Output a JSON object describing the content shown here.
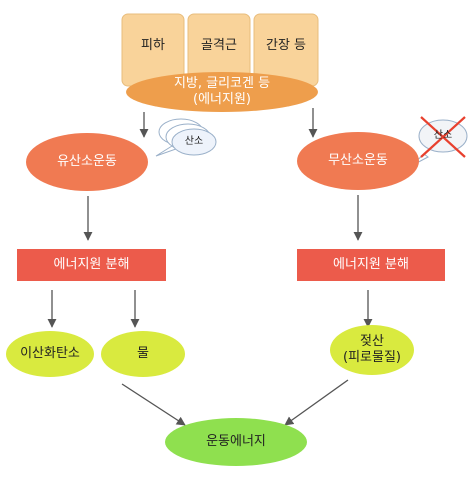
{
  "storage": {
    "boxes": [
      "피하",
      "골격근",
      "간장 등"
    ],
    "source_label": "지방, 글리코겐 등\n(에너지원)"
  },
  "left_path": {
    "gas": "산소",
    "process": "유산소운동",
    "breakdown": "에너지원 분해",
    "products": [
      "이산화탄소",
      "물"
    ]
  },
  "right_path": {
    "gas": "산소",
    "process": "무산소운동",
    "breakdown": "에너지원 분해",
    "product": "젖산\n(피로물질)"
  },
  "result": "운동에너지",
  "colors": {
    "box_fill": "#f9d39a",
    "source_fill": "#ee9e4c",
    "process_fill": "#f07a52",
    "breakdown_fill": "#ec5b4b",
    "product_fill": "#d9ea3f",
    "result_fill": "#8fe04f",
    "cross": "#e8402e",
    "arrow": "#555555"
  }
}
